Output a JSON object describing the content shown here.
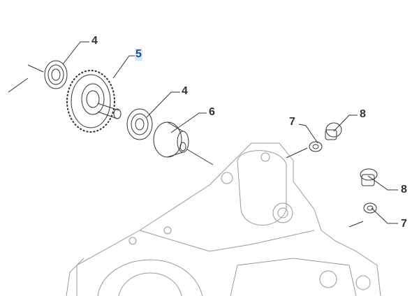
{
  "diagram": {
    "callouts": [
      {
        "id": "c1",
        "label": "4",
        "selected": false
      },
      {
        "id": "c2",
        "label": "5",
        "selected": true
      },
      {
        "id": "c3",
        "label": "4",
        "selected": false
      },
      {
        "id": "c4",
        "label": "6",
        "selected": false
      },
      {
        "id": "c5",
        "label": "7",
        "selected": false
      },
      {
        "id": "c6",
        "label": "8",
        "selected": false
      },
      {
        "id": "c7",
        "label": "8",
        "selected": false
      },
      {
        "id": "c8",
        "label": "7",
        "selected": false
      }
    ],
    "highlight_color": "#d6e8f7"
  }
}
